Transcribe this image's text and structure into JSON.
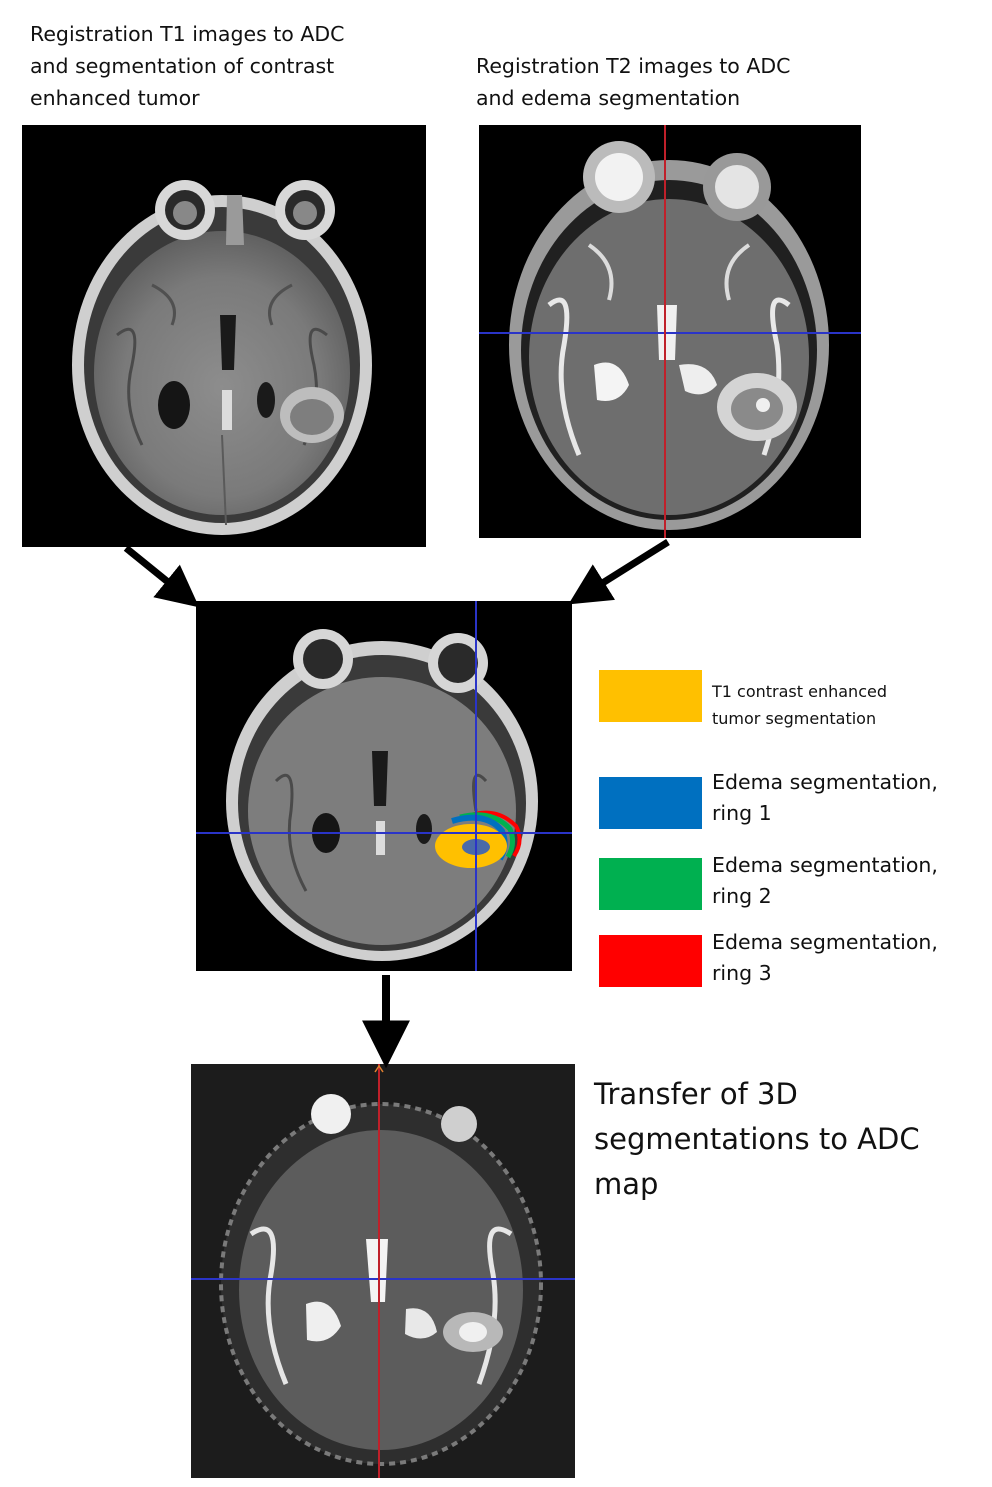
{
  "captions": {
    "t1": "Registration T1 images to ADC\nand segmentation of contrast\nenhanced tumor",
    "t2": "Registration T2 images to ADC\nand edema segmentation",
    "adc": "Transfer of 3D\nsegmentations to ADC\nmap"
  },
  "legend": [
    {
      "label": "T1 contrast enhanced\ntumor segmentation",
      "color": "#ffc000"
    },
    {
      "label": "Edema segmentation,\nring 1",
      "color": "#0070c0"
    },
    {
      "label": "Edema segmentation,\nring 2",
      "color": "#00b050"
    },
    {
      "label": "Edema segmentation,\nring 3",
      "color": "#ff0000"
    }
  ],
  "colors": {
    "crosshair_blue": "#2a34c8",
    "crosshair_red": "#c0202a",
    "arrow": "#000000"
  },
  "icons": {
    "arrow": "arrow-icon",
    "brain_mri": "brain-mri-image"
  }
}
